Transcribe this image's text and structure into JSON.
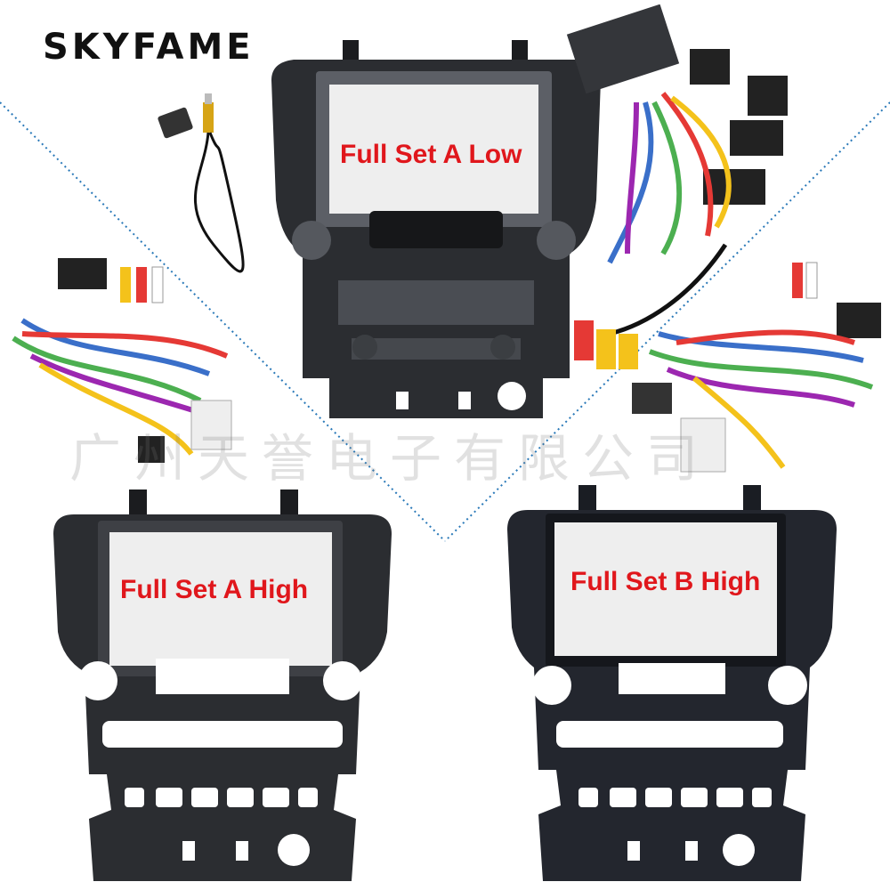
{
  "brand": {
    "name": "SKYFAME"
  },
  "watermark": {
    "text": "广州天誉电子有限公司"
  },
  "panels": [
    {
      "label": "Full Set A Low"
    },
    {
      "label": "Full Set A High"
    },
    {
      "label": "Full Set B High"
    }
  ],
  "colors": {
    "label_red": "#e0171c",
    "frame_dark": "#2b2d31",
    "frame_blue_black": "#23262e",
    "divider_blue": "#2a79b8"
  }
}
